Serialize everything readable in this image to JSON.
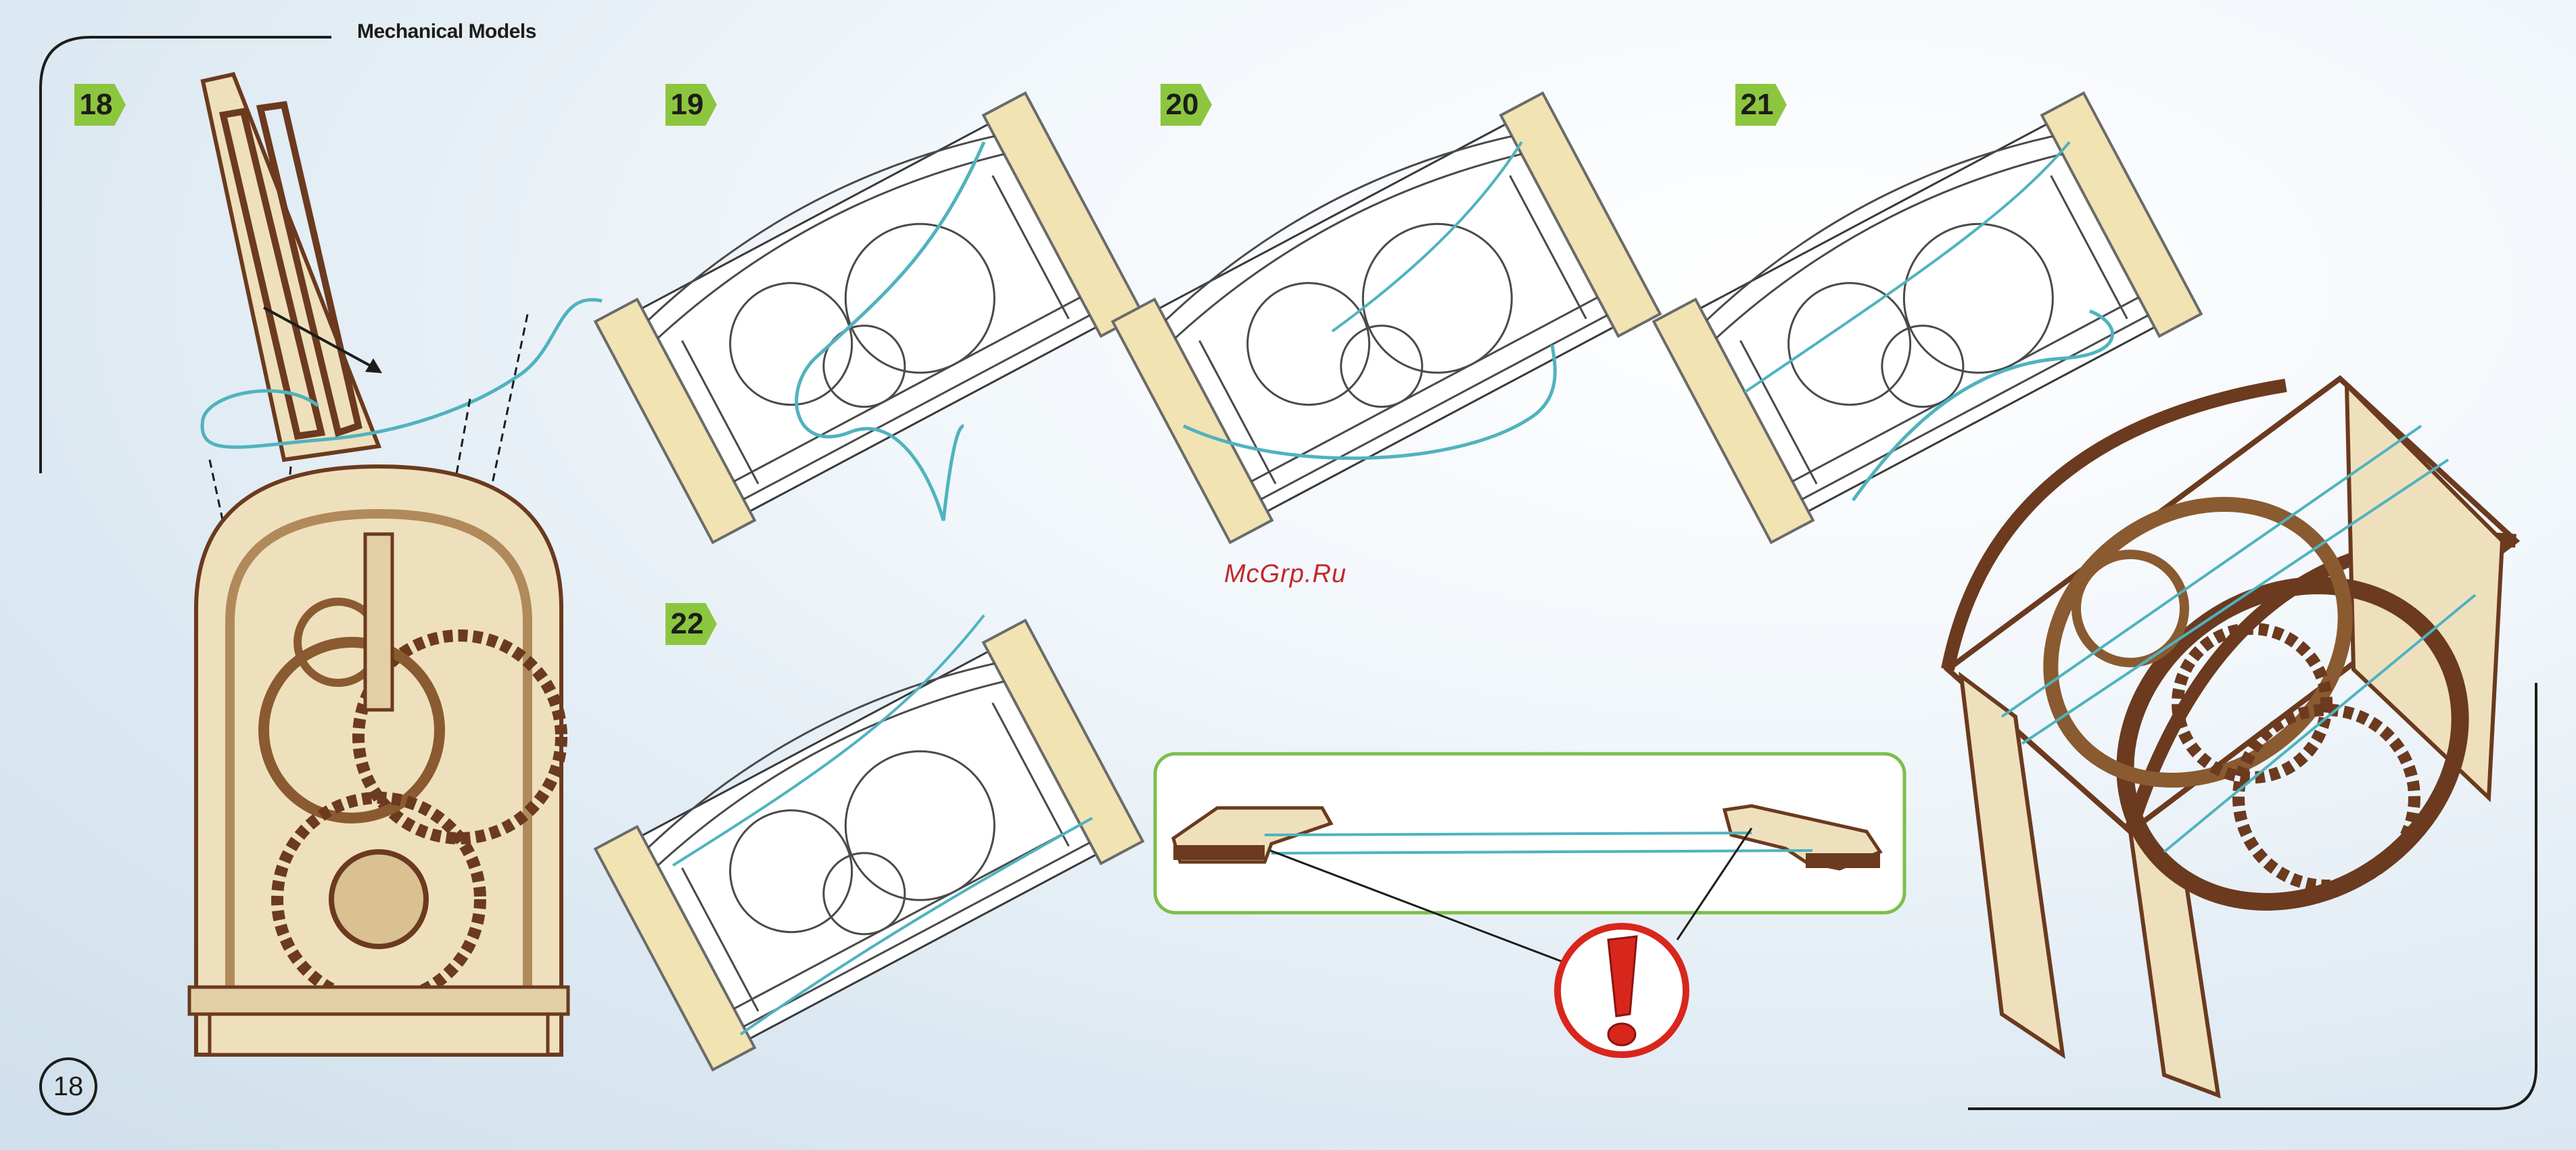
{
  "header": {
    "title": "Mechanical Models"
  },
  "steps": [
    {
      "label": "18"
    },
    {
      "label": "19"
    },
    {
      "label": "20"
    },
    {
      "label": "21"
    },
    {
      "label": "22"
    }
  ],
  "watermark": "McGrp.Ru",
  "page_number": "18",
  "colors": {
    "step_badge": "#8cc63f",
    "string": "#4fb3bf",
    "wood_light": "#efe0bd",
    "wood_dark": "#6b3a1f",
    "callout_border": "#7cbf4a",
    "warning": "#d9261c"
  },
  "icons": [
    "warning-exclamation-icon",
    "assembly-arrow-icon"
  ]
}
